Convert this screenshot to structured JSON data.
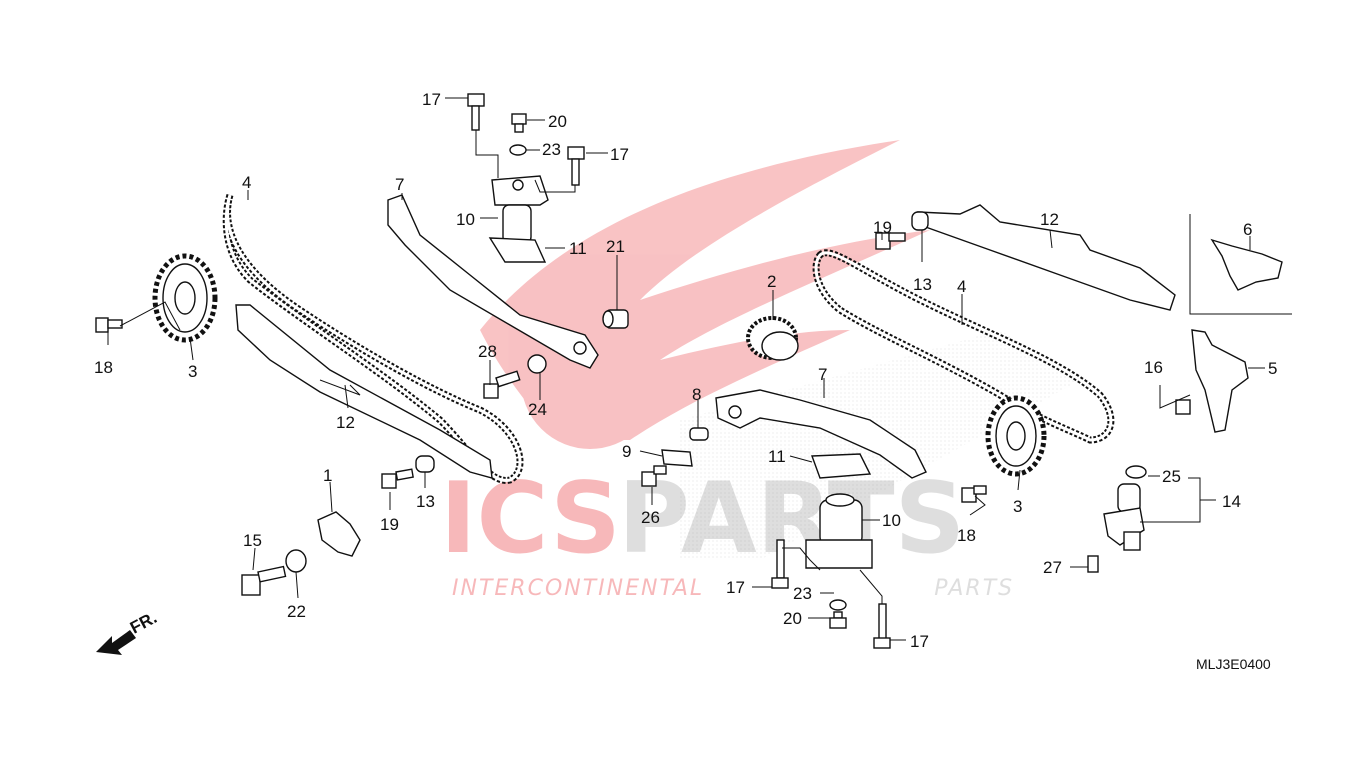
{
  "watermark": {
    "brand_left": "ICS",
    "brand_right": "PARTS",
    "tagline_a": "INTER",
    "tagline_b": "C",
    "tagline_c": "ONTINENTAL",
    "tagline_d": "PARTS",
    "accent_color": "#e8262b",
    "gray_color": "#b8b8b8"
  },
  "diagram_code": "MLJ3E0400",
  "front_marker": "FR.",
  "callouts": [
    {
      "id": "c17a",
      "label": "17"
    },
    {
      "id": "c20a",
      "label": "20"
    },
    {
      "id": "c23a",
      "label": "23"
    },
    {
      "id": "c17b",
      "label": "17"
    },
    {
      "id": "c7a",
      "label": "7"
    },
    {
      "id": "c4a",
      "label": "4"
    },
    {
      "id": "c10a",
      "label": "10"
    },
    {
      "id": "c11a",
      "label": "11"
    },
    {
      "id": "c21",
      "label": "21"
    },
    {
      "id": "c19a",
      "label": "19"
    },
    {
      "id": "c12a",
      "label": "12"
    },
    {
      "id": "c6",
      "label": "6"
    },
    {
      "id": "c13a",
      "label": "13"
    },
    {
      "id": "c2",
      "label": "2"
    },
    {
      "id": "c4b",
      "label": "4"
    },
    {
      "id": "c18a",
      "label": "18"
    },
    {
      "id": "c3a",
      "label": "3"
    },
    {
      "id": "c28",
      "label": "28"
    },
    {
      "id": "c24",
      "label": "24"
    },
    {
      "id": "c12b",
      "label": "12"
    },
    {
      "id": "c5",
      "label": "5"
    },
    {
      "id": "c16",
      "label": "16"
    },
    {
      "id": "c7b",
      "label": "7"
    },
    {
      "id": "c8",
      "label": "8"
    },
    {
      "id": "c9",
      "label": "9"
    },
    {
      "id": "c11b",
      "label": "11"
    },
    {
      "id": "c1",
      "label": "1"
    },
    {
      "id": "c19b",
      "label": "19"
    },
    {
      "id": "c13b",
      "label": "13"
    },
    {
      "id": "c26",
      "label": "26"
    },
    {
      "id": "c10b",
      "label": "10"
    },
    {
      "id": "c3b",
      "label": "3"
    },
    {
      "id": "c18b",
      "label": "18"
    },
    {
      "id": "c25",
      "label": "25"
    },
    {
      "id": "c14",
      "label": "14"
    },
    {
      "id": "c15",
      "label": "15"
    },
    {
      "id": "c22",
      "label": "22"
    },
    {
      "id": "c27",
      "label": "27"
    },
    {
      "id": "c17c",
      "label": "17"
    },
    {
      "id": "c23b",
      "label": "23"
    },
    {
      "id": "c20b",
      "label": "20"
    },
    {
      "id": "c17d",
      "label": "17"
    }
  ]
}
